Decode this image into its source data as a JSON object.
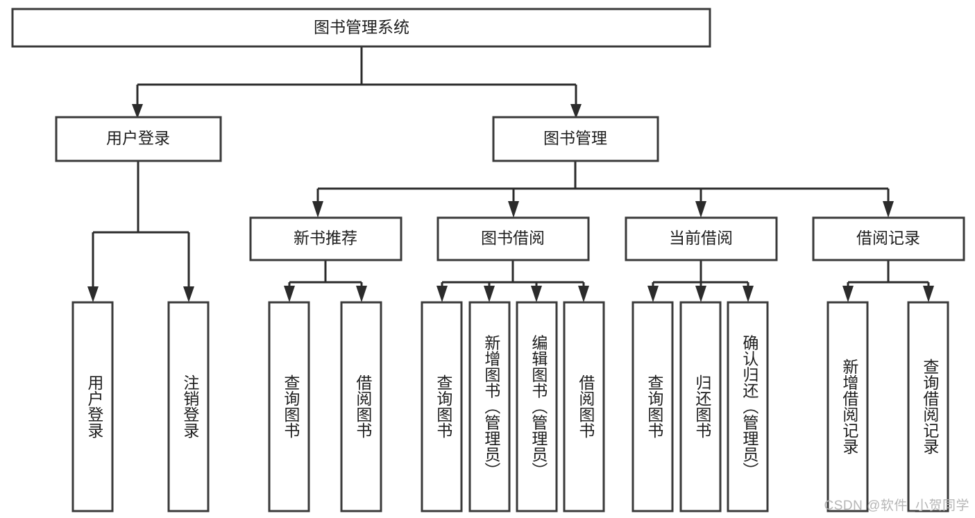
{
  "diagram": {
    "type": "tree-hierarchy",
    "title": "图书管理系统",
    "orientation": "top-down",
    "watermark": "CSDN @软件_小贺同学",
    "colors": {
      "box_fill": "#ffffff",
      "box_stroke": "#3a3a3a",
      "connector": "#2b2b2b",
      "text": "#1d1d1d",
      "watermark": "#b6b6b6",
      "background": "#ffffff"
    },
    "levels": [
      {
        "level": 1,
        "nodes": [
          {
            "id": "root",
            "label": "图书管理系统",
            "orientation": "horizontal"
          }
        ]
      },
      {
        "level": 2,
        "nodes": [
          {
            "id": "login",
            "label": "用户登录",
            "orientation": "horizontal",
            "parent": "root"
          },
          {
            "id": "bookmgmt",
            "label": "图书管理",
            "orientation": "horizontal",
            "parent": "root"
          }
        ]
      },
      {
        "level": 3,
        "nodes": [
          {
            "id": "newbook",
            "label": "新书推荐",
            "orientation": "horizontal",
            "parent": "bookmgmt"
          },
          {
            "id": "borrow",
            "label": "图书借阅",
            "orientation": "horizontal",
            "parent": "bookmgmt"
          },
          {
            "id": "current",
            "label": "当前借阅",
            "orientation": "horizontal",
            "parent": "bookmgmt"
          },
          {
            "id": "records",
            "label": "借阅记录",
            "orientation": "horizontal",
            "parent": "bookmgmt"
          }
        ]
      },
      {
        "level": 4,
        "nodes": [
          {
            "id": "leaf-user-login",
            "label": "用户登录",
            "orientation": "vertical",
            "parent": "login"
          },
          {
            "id": "leaf-user-logout",
            "label": "注销登录",
            "orientation": "vertical",
            "parent": "login"
          },
          {
            "id": "leaf-query-book-1",
            "label": "查询图书",
            "orientation": "vertical",
            "parent": "newbook"
          },
          {
            "id": "leaf-borrow-book-1",
            "label": "借阅图书",
            "orientation": "vertical",
            "parent": "newbook"
          },
          {
            "id": "leaf-query-book-2",
            "label": "查询图书",
            "orientation": "vertical",
            "parent": "borrow"
          },
          {
            "id": "leaf-add-book",
            "label": "新增图书（管理员）",
            "orientation": "vertical",
            "parent": "borrow"
          },
          {
            "id": "leaf-edit-book",
            "label": "编辑图书（管理员）",
            "orientation": "vertical",
            "parent": "borrow"
          },
          {
            "id": "leaf-borrow-book-2",
            "label": "借阅图书",
            "orientation": "vertical",
            "parent": "borrow"
          },
          {
            "id": "leaf-query-book-3",
            "label": "查询图书",
            "orientation": "vertical",
            "parent": "current"
          },
          {
            "id": "leaf-return-book",
            "label": "归还图书",
            "orientation": "vertical",
            "parent": "current"
          },
          {
            "id": "leaf-confirm-return",
            "label": "确认归还（管理员）",
            "orientation": "vertical",
            "parent": "current"
          },
          {
            "id": "leaf-add-record",
            "label": "新增借阅记录",
            "orientation": "vertical",
            "parent": "records"
          },
          {
            "id": "leaf-query-record",
            "label": "查询借阅记录",
            "orientation": "vertical",
            "parent": "records"
          }
        ]
      }
    ]
  }
}
